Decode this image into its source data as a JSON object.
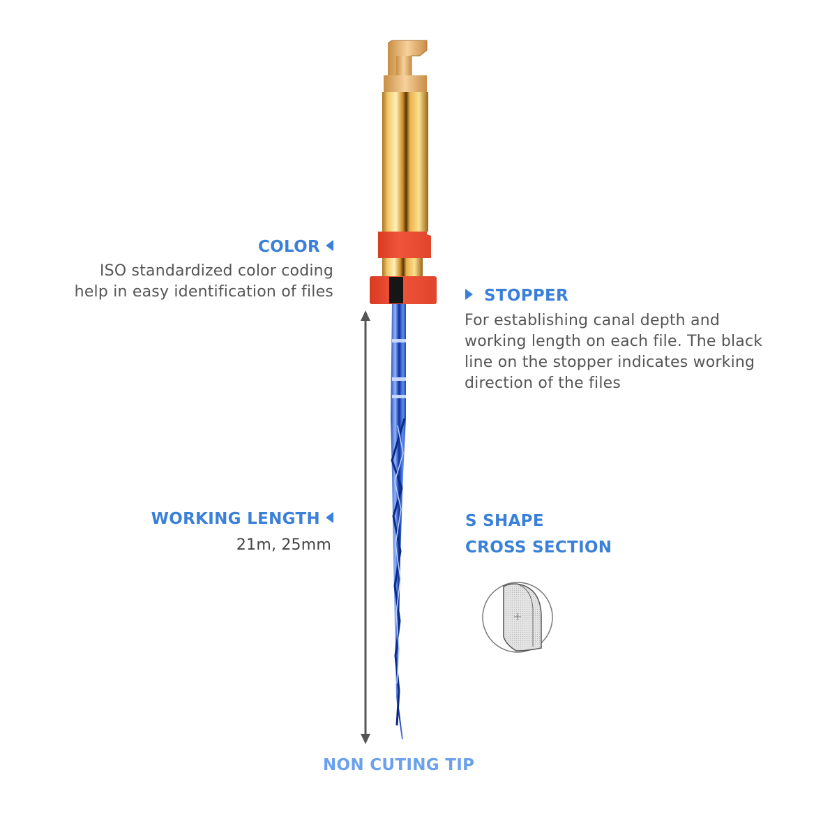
{
  "annotations": {
    "color": {
      "title": "COLOR",
      "lines": [
        "ISO standardized color coding",
        "help in easy identification of files"
      ]
    },
    "stopper": {
      "title": "STOPPER",
      "lines": [
        "For establishing canal depth and",
        "working length on each file. The black",
        "line on the stopper indicates working",
        "direction of the files"
      ]
    },
    "working_length": {
      "title": "WORKING LENGTH",
      "value": "21m, 25mm"
    },
    "cross_section": {
      "title_line1": "S SHAPE",
      "title_line2": "CROSS SECTION"
    },
    "tip": {
      "title": "NON CUTING TIP"
    }
  },
  "colors": {
    "accent_blue": "#3a80d9",
    "tip_blue": "#6aa0ec",
    "body_gray": "#555555",
    "handle_gold": "#d9a441",
    "stopper_red": "#e8442c",
    "shaft_blue": "#2f5fd0",
    "arrow_gray": "#555555"
  }
}
